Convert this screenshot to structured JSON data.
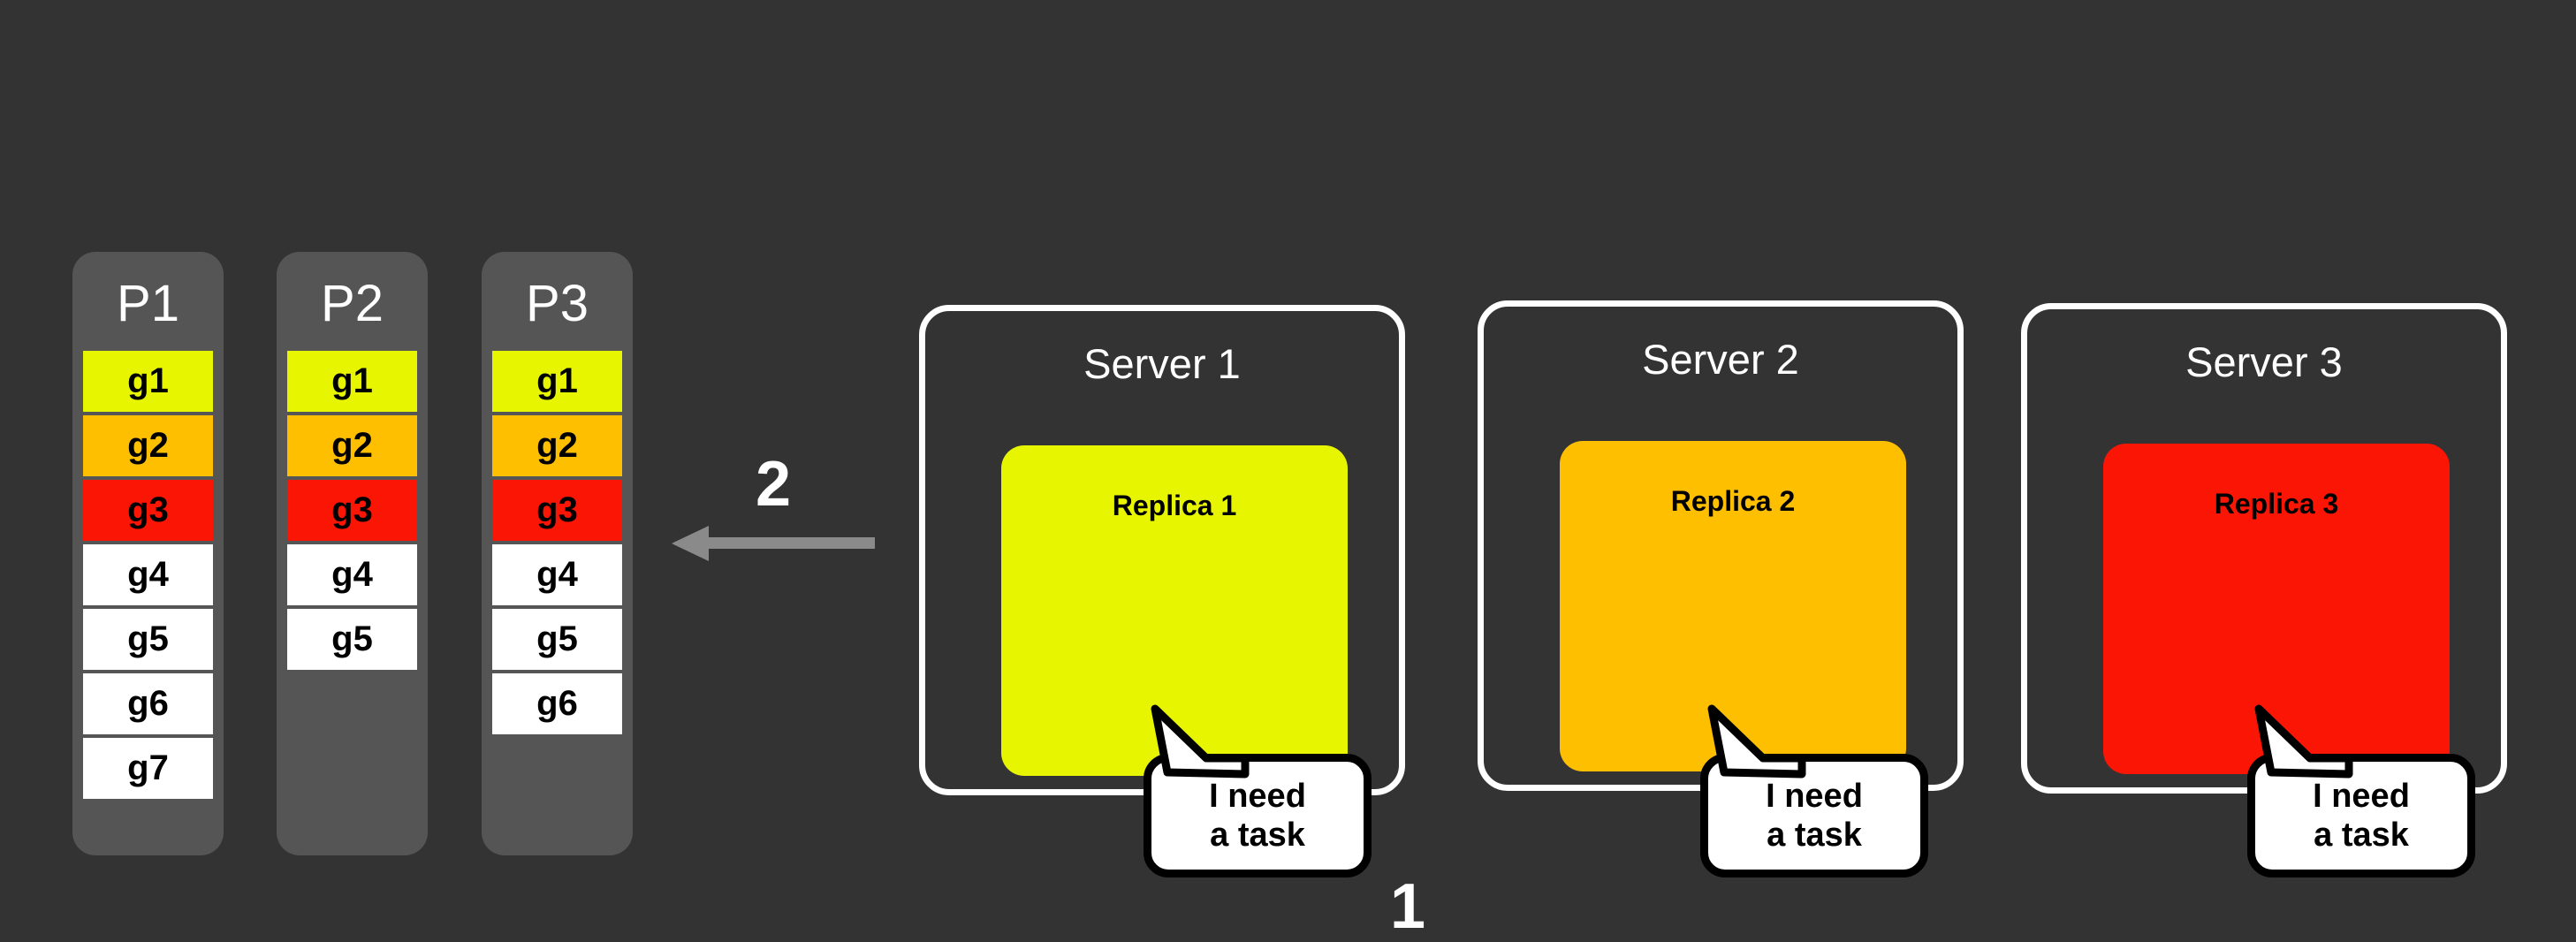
{
  "meta": {
    "background_color": "#333333",
    "title": "Partitioned task queues pulled by server replicas"
  },
  "colors": {
    "partition_bg": "#555555",
    "g_yellow": "#e8f500",
    "g_amber": "#fdbf00",
    "g_red": "#fa1505",
    "g_white": "#ffffff",
    "server_border": "#ffffff",
    "arrow": "#8a8a8a",
    "text_light": "#ffffff",
    "text_dark": "#000000"
  },
  "partitions": [
    {
      "title": "P1",
      "items": [
        {
          "label": "g1",
          "color": "#e8f500"
        },
        {
          "label": "g2",
          "color": "#fdbf00"
        },
        {
          "label": "g3",
          "color": "#fa1505"
        },
        {
          "label": "g4",
          "color": "#ffffff"
        },
        {
          "label": "g5",
          "color": "#ffffff"
        },
        {
          "label": "g6",
          "color": "#ffffff"
        },
        {
          "label": "g7",
          "color": "#ffffff"
        }
      ]
    },
    {
      "title": "P2",
      "items": [
        {
          "label": "g1",
          "color": "#e8f500"
        },
        {
          "label": "g2",
          "color": "#fdbf00"
        },
        {
          "label": "g3",
          "color": "#fa1505"
        },
        {
          "label": "g4",
          "color": "#ffffff"
        },
        {
          "label": "g5",
          "color": "#ffffff"
        }
      ]
    },
    {
      "title": "P3",
      "items": [
        {
          "label": "g1",
          "color": "#e8f500"
        },
        {
          "label": "g2",
          "color": "#fdbf00"
        },
        {
          "label": "g3",
          "color": "#fa1505"
        },
        {
          "label": "g4",
          "color": "#ffffff"
        },
        {
          "label": "g5",
          "color": "#ffffff"
        },
        {
          "label": "g6",
          "color": "#ffffff"
        }
      ]
    }
  ],
  "steps": {
    "step_one": "1",
    "step_two": "2"
  },
  "arrow": {
    "direction": "left",
    "color": "#8a8a8a"
  },
  "servers": [
    {
      "title": "Server 1",
      "replica_label": "Replica 1",
      "replica_color": "#e8f500",
      "bubble": {
        "line1": "I need",
        "line2": "a task"
      }
    },
    {
      "title": "Server 2",
      "replica_label": "Replica 2",
      "replica_color": "#fdbf00",
      "bubble": {
        "line1": "I need",
        "line2": "a task"
      }
    },
    {
      "title": "Server 3",
      "replica_label": "Replica 3",
      "replica_color": "#fa1505",
      "bubble": {
        "line1": "I need",
        "line2": "a task"
      }
    }
  ]
}
